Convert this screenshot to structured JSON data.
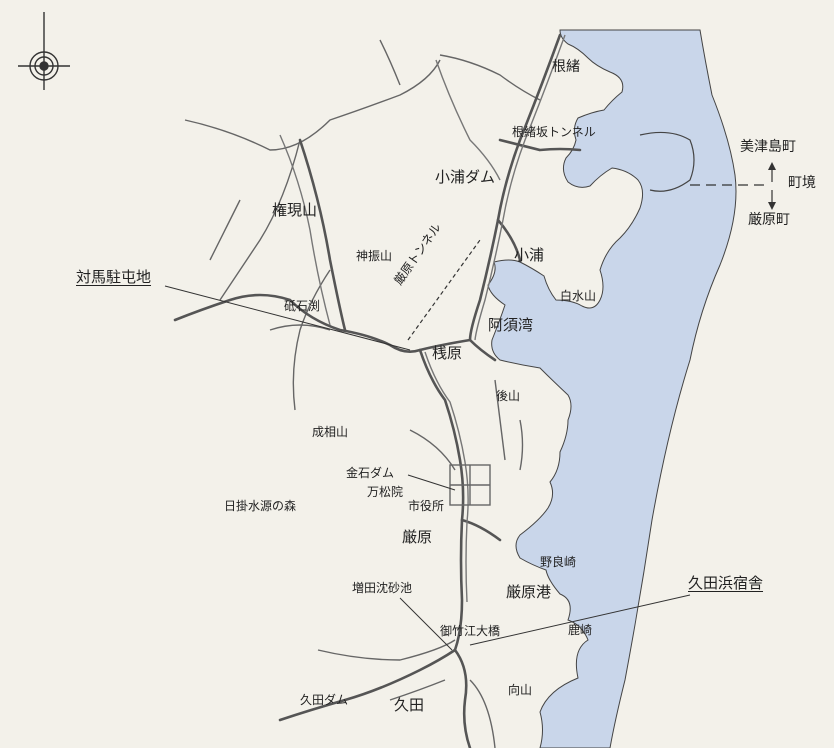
{
  "colors": {
    "sea": "#c9d6ea",
    "land": "#f3f1ea",
    "road": "#555555",
    "coast": "#444444",
    "river": "#666666"
  },
  "icons": {
    "compass": "north-arrow-compass-icon"
  },
  "labels": {
    "nesho": "根緒",
    "nesho_tunnel": "根緒坂トンネル",
    "mitsushima_town": "美津島町",
    "town_border": "町境",
    "izuhara_town": "厳原町",
    "koura_dam": "小浦ダム",
    "gongen_yama": "権現山",
    "kamifuri_yama": "神振山",
    "izuhara_tunnel": "厳原トンネル",
    "koura": "小浦",
    "shiromizu_yama": "白水山",
    "tsushima_garrison": "対馬駐屯地",
    "toishi_fuchi": "砥石渕",
    "azu_bay": "阿須湾",
    "sajikihara": "桟原",
    "ushiro_yama": "後山",
    "jouso_yama": "成相山",
    "kaneishi_dam": "金石ダム",
    "banshouin": "万松院",
    "city_hall": "市役所",
    "hikake_forest": "日掛水源の森",
    "izuhara": "厳原",
    "nora_saki": "野良崎",
    "masuda_basin": "増田沈砂池",
    "izuhara_port": "厳原港",
    "kuta_hama_lodging": "久田浜宿舎",
    "otakae_bridge": "御竹江大橋",
    "shika_saki": "鹿崎",
    "kuta_dam": "久田ダム",
    "kuta": "久田",
    "muko_yama": "向山"
  }
}
